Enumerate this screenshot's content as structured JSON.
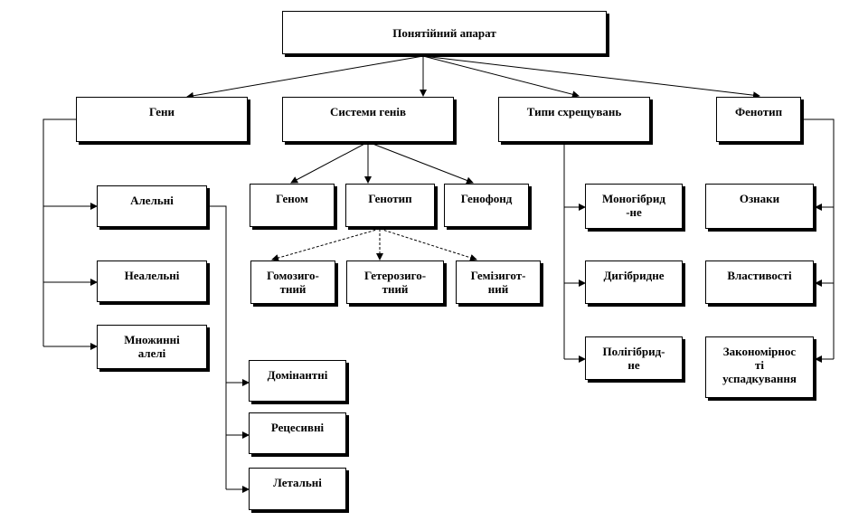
{
  "diagram": {
    "root": "Понятійний апарат",
    "level1": {
      "genes": "Гени",
      "gene_systems": "Системи генів",
      "crossing_types": "Типи схрещувань",
      "phenotype": "Фенотип"
    },
    "genes_children": {
      "allelic": "Алельні",
      "non_allelic": "Неалельні",
      "multiple_alleles": "Множинні\nалелі"
    },
    "allelic_children": {
      "dominant": "Домінантні",
      "recessive": "Рецесивні",
      "lethal": "Летальні"
    },
    "gene_systems_children": {
      "genome": "Геном",
      "genotype": "Генотип",
      "gene_pool": "Генофонд"
    },
    "genotype_children": {
      "homozygous": "Гомозиго-\nтний",
      "heterozygous": "Гетерозиго-\nтний",
      "hemizygous": "Гемізигот-\nний"
    },
    "crossing_children": {
      "monohybrid": "Моногібрид\n-не",
      "dihybrid": "Дигібридне",
      "polyhybrid": "Полігібрид-\nне"
    },
    "phenotype_children": {
      "traits": "Ознаки",
      "properties": "Властивості",
      "patterns": "Закономірнос\nті\nуспадкування"
    }
  },
  "colors": {
    "line": "#000000",
    "box_border": "#000000",
    "background": "#ffffff"
  }
}
